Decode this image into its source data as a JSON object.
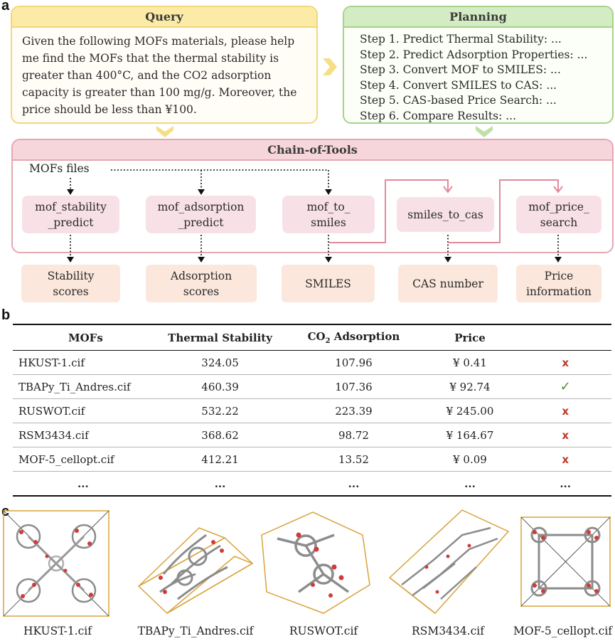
{
  "panels": {
    "a": "a",
    "b": "b",
    "c": "c"
  },
  "query": {
    "title": "Query",
    "text": "Given the following MOFs materials, please help me find the MOFs that the thermal stability is greater than 400°C, and the CO2 adsorption capacity is greater than 100 mg/g. Moreover, the price should be less than ¥100."
  },
  "planning": {
    "title": "Planning",
    "steps": [
      "Step 1. Predict Thermal Stability: ...",
      "Step 2. Predict Adsorption Properties: ...",
      "Step 3. Convert MOF to SMILES: ...",
      "Step 4. Convert SMILES to CAS: ...",
      "Step 5. CAS-based Price Search: ...",
      "Step 6. Compare Results: ..."
    ]
  },
  "chain": {
    "title": "Chain-of-Tools",
    "input_label": "MOFs files",
    "tools": [
      {
        "line1": "mof_stability",
        "line2": "_predict"
      },
      {
        "line1": "mof_adsorption",
        "line2": "_predict"
      },
      {
        "line1": "mof_to_",
        "line2": "smiles"
      },
      {
        "line1": "smiles_to_cas",
        "line2": ""
      },
      {
        "line1": "mof_price_",
        "line2": "search"
      }
    ],
    "outputs": [
      {
        "line1": "Stability",
        "line2": "scores"
      },
      {
        "line1": "Adsorption",
        "line2": "scores"
      },
      {
        "line1": "SMILES",
        "line2": ""
      },
      {
        "line1": "CAS number",
        "line2": ""
      },
      {
        "line1": "Price",
        "line2": "information"
      }
    ]
  },
  "table": {
    "headers": {
      "mofs": "MOFs",
      "stability": "Thermal Stability",
      "adsorption_pre": "CO",
      "adsorption_sub": "2",
      "adsorption_post": " Adsorption",
      "price": "Price"
    },
    "rows": [
      {
        "name": "HKUST-1.cif",
        "stability": "324.05",
        "adsorption": "107.96",
        "price": "¥ 0.41",
        "result": "x"
      },
      {
        "name": "TBAPy_Ti_Andres.cif",
        "stability": "460.39",
        "adsorption": "107.36",
        "price": "¥ 92.74",
        "result": "✓"
      },
      {
        "name": "RUSWOT.cif",
        "stability": "532.22",
        "adsorption": "223.39",
        "price": "¥ 245.00",
        "result": "x"
      },
      {
        "name": "RSM3434.cif",
        "stability": "368.62",
        "adsorption": "98.72",
        "price": "¥ 164.67",
        "result": "x"
      },
      {
        "name": "MOF-5_cellopt.cif",
        "stability": "412.21",
        "adsorption": "13.52",
        "price": "¥ 0.09",
        "result": "x"
      }
    ],
    "ellipsis": "..."
  },
  "structures": {
    "captions": [
      "HKUST-1.cif",
      "TBAPy_Ti_Andres.cif",
      "RUSWOT.cif",
      "RSM3434.cif",
      "MOF-5_cellopt.cif"
    ]
  },
  "colors": {
    "query_border": "#f2d77a",
    "planning_border": "#a6d28a",
    "chain_border": "#e4a8b3",
    "arrow_pink": "#e28a9a",
    "cell_gold": "#d9a23a",
    "atom_gray": "#8c8c8c",
    "atom_red": "#d23a3a"
  }
}
